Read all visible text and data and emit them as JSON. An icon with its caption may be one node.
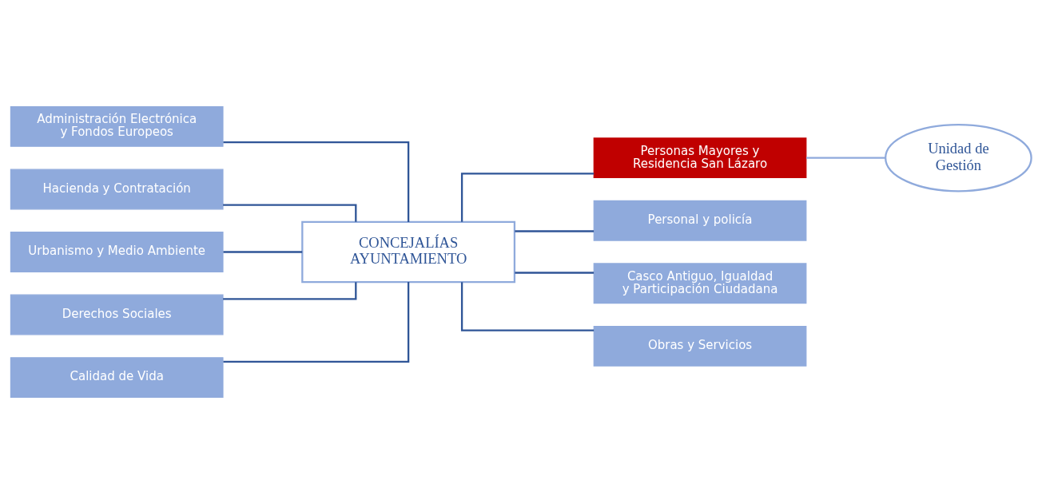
{
  "diagram": {
    "nodes": [
      {
        "text": [
          "CONCEJALÍAS AYUNTAMIENTO"
        ]
      },
      {
        "text": [
          "Administración Electrónica y Fondos Europeos"
        ]
      },
      {
        "text": [
          "Personas Mayores y Residencia San Lázaro"
        ]
      },
      {
        "text": [
          "Unidad de Gestión"
        ]
      },
      {
        "text": [
          "Hacienda y Contratación"
        ]
      },
      {
        "text": [
          "Personal y policía"
        ]
      },
      {
        "text": [
          "Urbanismo y Medio Ambiente"
        ]
      },
      {
        "text": [
          "Casco Antiguo, Igualdad y Participación Ciudadana"
        ]
      },
      {
        "text": [
          "Derechos Sociales"
        ]
      },
      {
        "text": [
          "Obras y Servicios"
        ]
      },
      {
        "text": [
          "Calidad de Vida"
        ]
      }
    ],
    "edges": [
      {
        "from": 1,
        "to": 0,
        "arrow": "none"
      },
      {
        "from": 0,
        "to": 2,
        "arrow": "none"
      },
      {
        "from": 2,
        "to": 3,
        "arrow": "none",
        "color": "#8faadc"
      },
      {
        "from": 4,
        "to": 0,
        "arrow": "none"
      },
      {
        "from": 0,
        "to": 5,
        "arrow": "none"
      },
      {
        "from": 6,
        "to": 0,
        "arrow": "none"
      },
      {
        "from": 0,
        "to": 7,
        "arrow": "none"
      },
      {
        "from": 8,
        "to": 0,
        "arrow": "none"
      },
      {
        "from": 0,
        "to": 9,
        "arrow": "none"
      },
      {
        "from": 10,
        "to": 0,
        "arrow": "none"
      }
    ]
  }
}
